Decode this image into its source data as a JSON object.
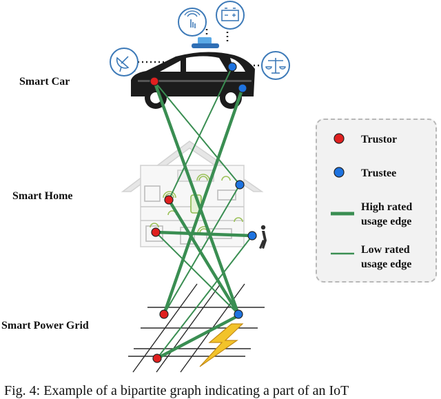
{
  "layers": {
    "car": "Smart Car",
    "home": "Smart Home",
    "grid": "Smart Power Grid"
  },
  "legend": {
    "trustor": "Trustor",
    "trustee": "Trustee",
    "high_edge": "High rated usage edge",
    "low_edge": "Low rated usage edge"
  },
  "caption": "Fig. 4: Example of a bipartite graph indicating a part of an IoT",
  "colors": {
    "trustor": "#e0201f",
    "trustee": "#1e73e0",
    "edge": "#3a8e52"
  },
  "icons": [
    "satellite-dish-icon",
    "touch-screen-icon",
    "battery-icon",
    "scales-icon",
    "lightning-icon",
    "walking-person-icon"
  ]
}
